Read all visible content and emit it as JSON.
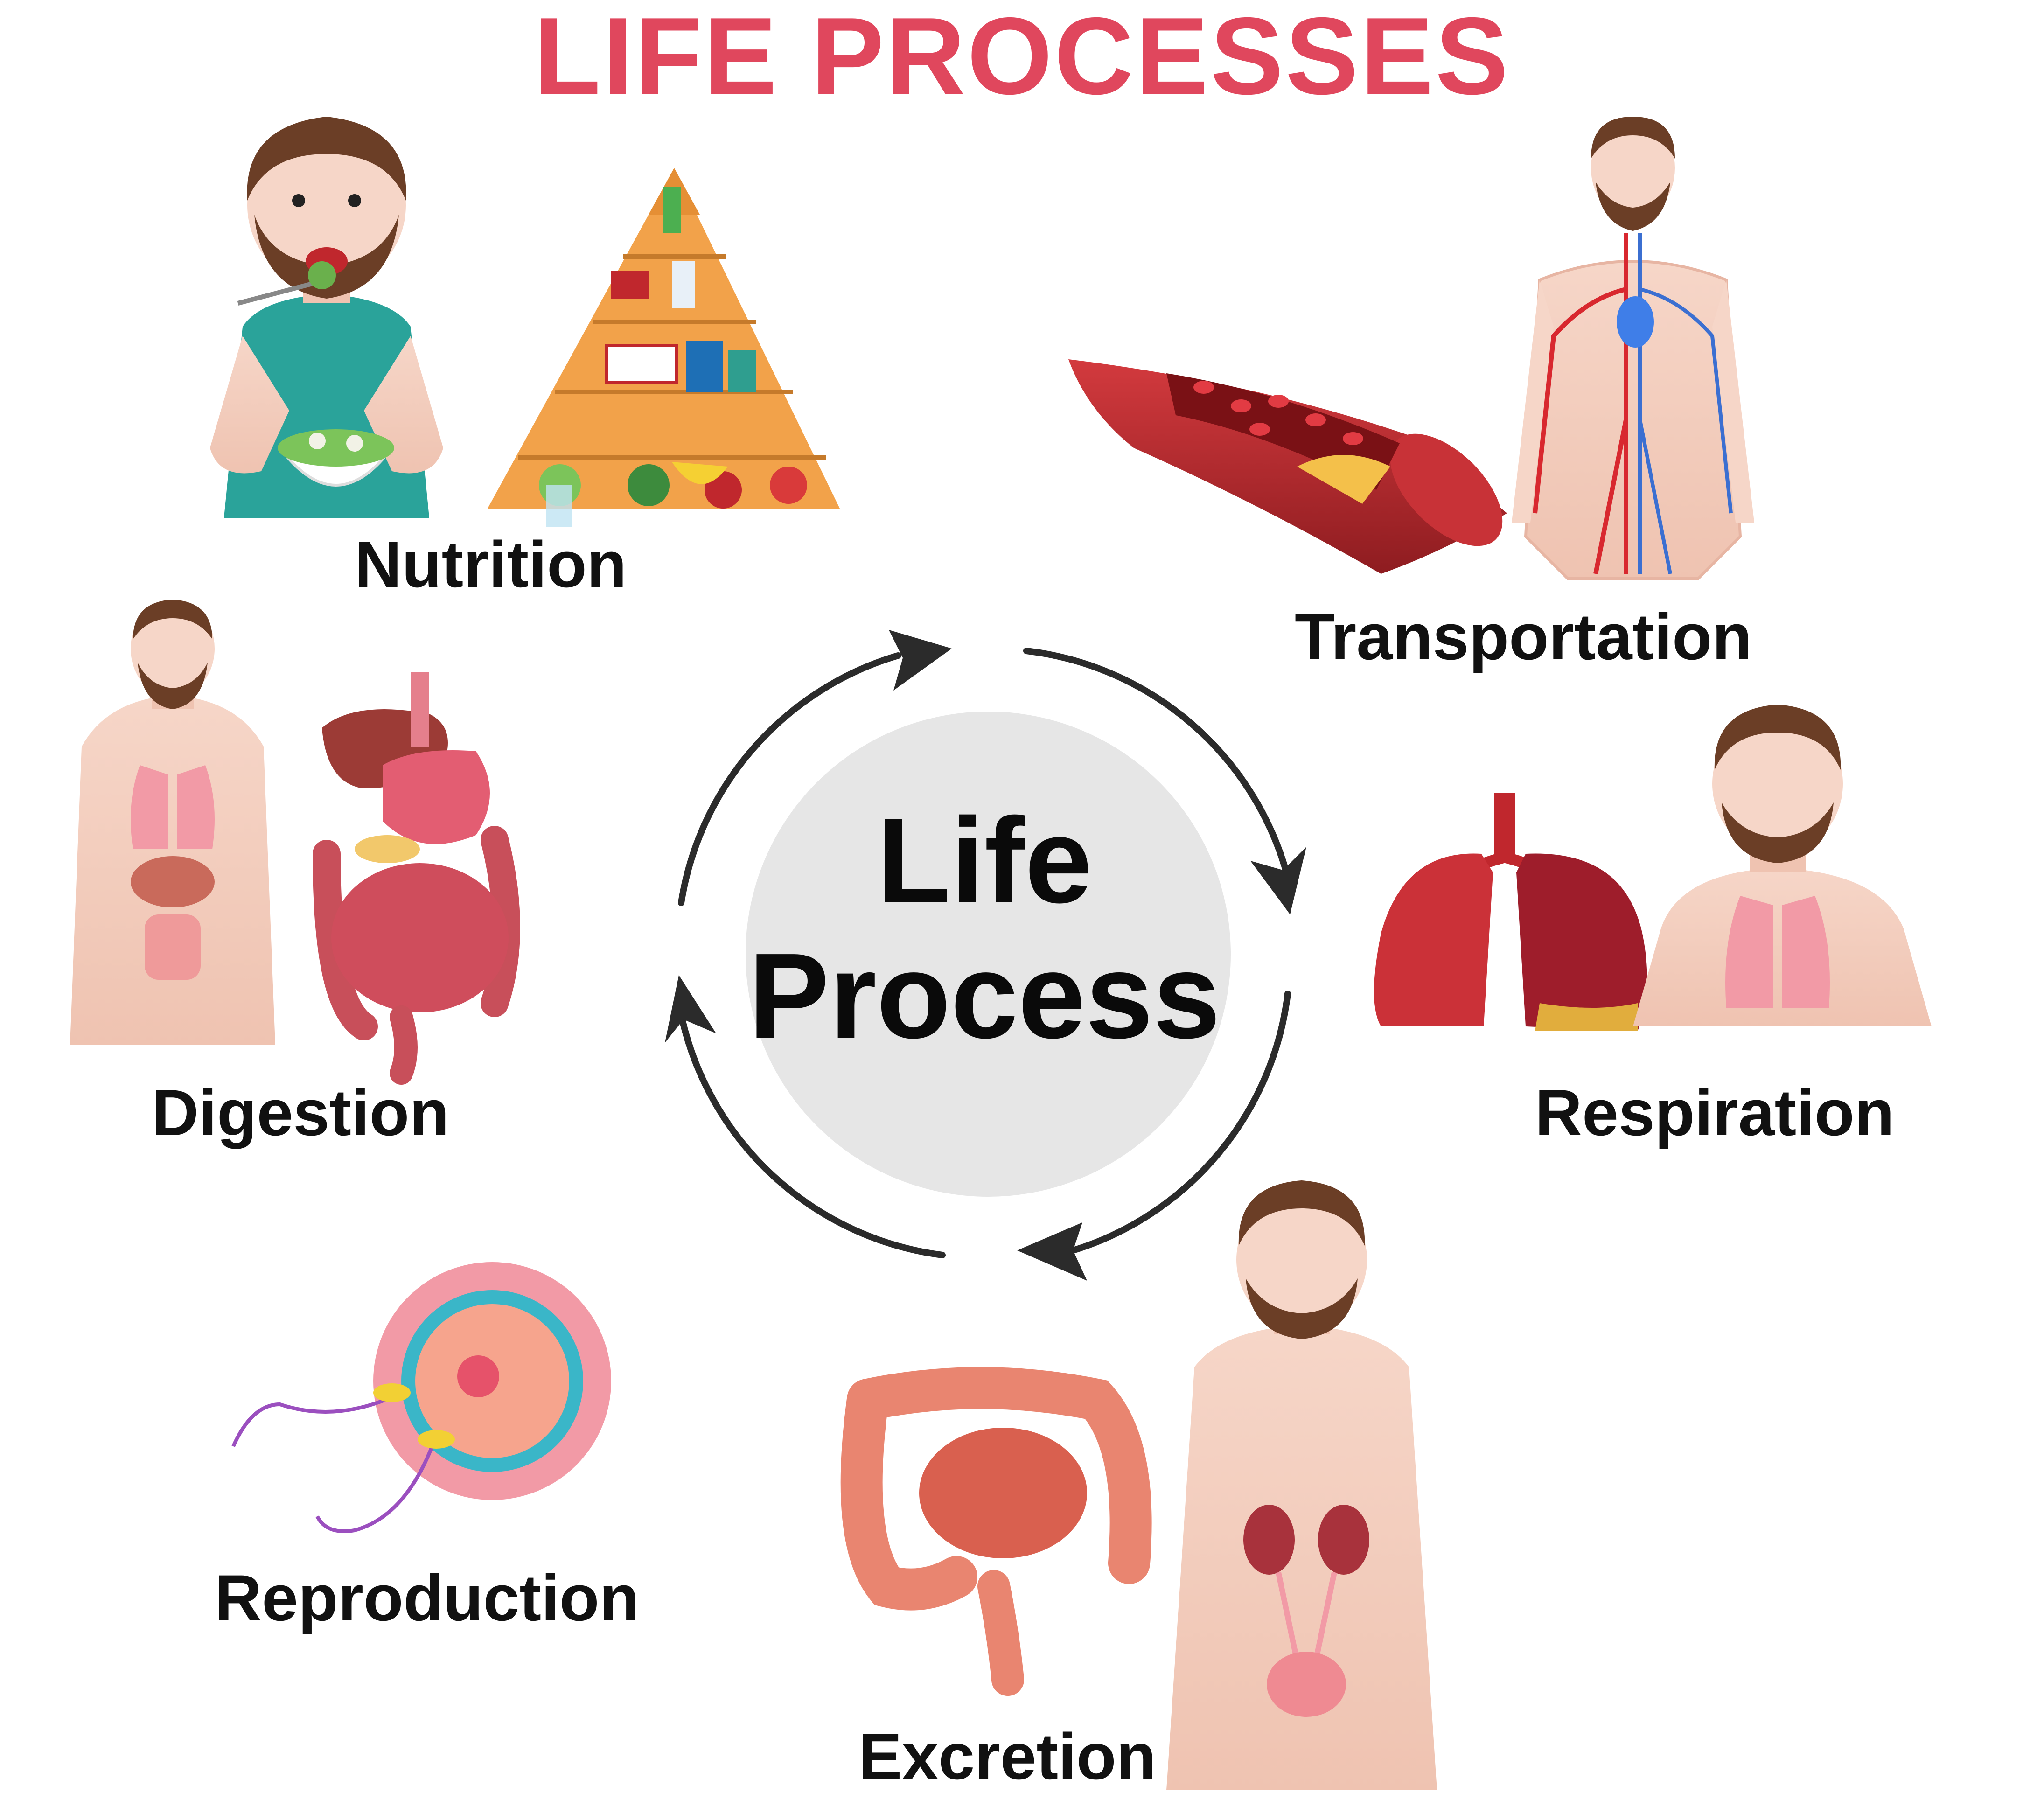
{
  "title": "LIFE PROCESSES",
  "center": {
    "line1": "Life",
    "line2": "Process"
  },
  "processes": {
    "nutrition": "Nutrition",
    "transportation": "Transportation",
    "respiration": "Respiration",
    "excretion": "Excretion",
    "reproduction": "Reproduction",
    "digestion": "Digestion"
  },
  "colors": {
    "title": "#e0475d",
    "center_fill": "#e6e6e6",
    "arrow": "#2b2b2b",
    "skin": "#f5d2c3",
    "hair": "#6b3e26",
    "red": "#c0272d",
    "pink": "#e7707d"
  },
  "icons": {
    "nutrition": "man-eating-salad-and-food-pyramid-icon",
    "transportation": "blood-vessel-and-circulatory-system-icon",
    "respiration": "lungs-icon",
    "excretion": "intestines-and-urinary-system-icon",
    "reproduction": "egg-and-sperm-cell-icon",
    "digestion": "digestive-system-icon"
  }
}
